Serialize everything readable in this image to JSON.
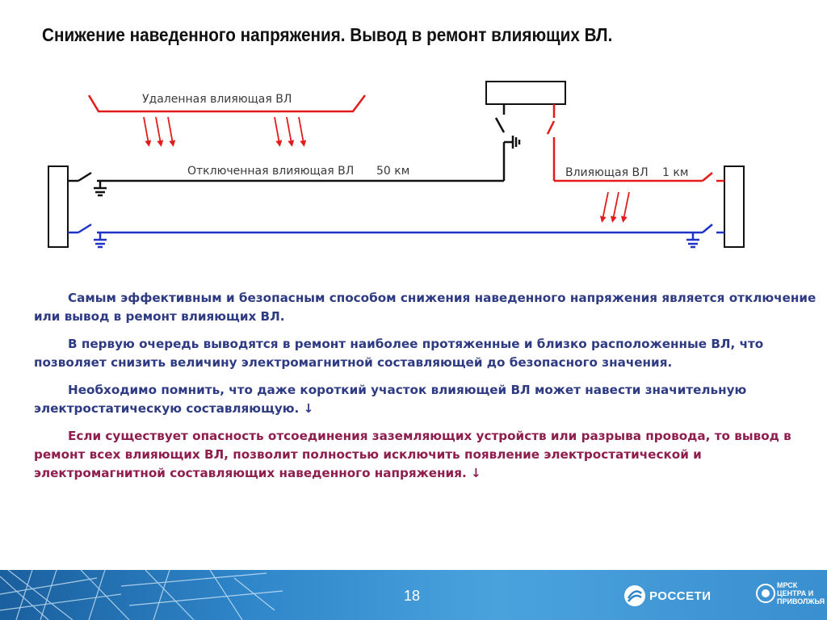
{
  "title": "Снижение наведенного напряжения. Вывод в ремонт влияющих ВЛ.",
  "diagram": {
    "remote_line_label": "Удаленная влияющая ВЛ",
    "disconnected_line_label": "Отключенная влияющая ВЛ",
    "disconnected_line_length": "50 км",
    "influencing_line_label": "Влияющая ВЛ",
    "influencing_line_length": "1 км",
    "colors": {
      "influencing": "#e21b1b",
      "disconnected": "#111111",
      "grounded": "#1f33c7"
    }
  },
  "paragraphs": [
    "Самым эффективным и безопасным способом снижения наведенного напряжения является отключение или вывод в ремонт влияющих ВЛ.",
    "В первую очередь выводятся в ремонт наиболее протяженные и близко расположенные ВЛ, что позволяет снизить величину электромагнитной составляющей до безопасного значения.",
    "Необходимо помнить, что даже короткий участок влияющей ВЛ может навести значительную электростатическую составляющую. ↓",
    "Если существует опасность отсоединения заземляющих устройств или разрыва провода, то вывод в ремонт всех влияющих ВЛ, позволит полностью исключить  появление электростатической и электромагнитной составляющих наведенного напряжения. ↓"
  ],
  "footer": {
    "page_number": "18",
    "logo_text": "РОССЕТИ",
    "mrsk_logo_text": "МРСК ЦЕНТРА И ПРИВОЛЖЬЯ",
    "colors": {
      "bar": "#2f86c9"
    }
  }
}
